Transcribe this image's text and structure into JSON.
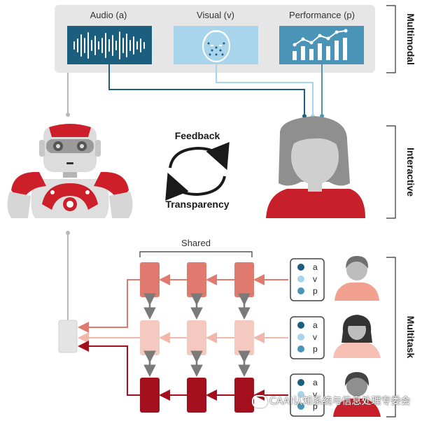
{
  "sections": {
    "multimodal": "Multimodal",
    "interactive": "Interactive",
    "multitask": "Multitask"
  },
  "modalities": [
    {
      "label": "Audio (a)",
      "color": "#1b5e7e",
      "icon": "waveform-icon"
    },
    {
      "label": "Visual (v)",
      "color": "#a9d5ec",
      "icon": "face-icon"
    },
    {
      "label": "Performance (p)",
      "color": "#4a94b7",
      "icon": "bar-chart-icon"
    }
  ],
  "interaction": {
    "feedback": "Feedback",
    "transparency": "Transparency"
  },
  "shared_label": "Shared",
  "tasks": [
    {
      "modalities": [
        "a",
        "v",
        "p"
      ]
    },
    {
      "modalities": [
        "a",
        "v",
        "p"
      ]
    },
    {
      "modalities": [
        "a",
        "v",
        "p"
      ]
    }
  ],
  "colors": {
    "robot_red": "#cc1f2a",
    "human_red": "#c8202b",
    "row1": "#e07a6e",
    "row2": "#f4c9bf",
    "row3": "#a30f1c",
    "dot_a": "#1b5e7e",
    "dot_v": "#a9d5ec",
    "dot_p": "#4a94b7"
  },
  "watermark": "CAAI认知系统与信息处理专委会"
}
